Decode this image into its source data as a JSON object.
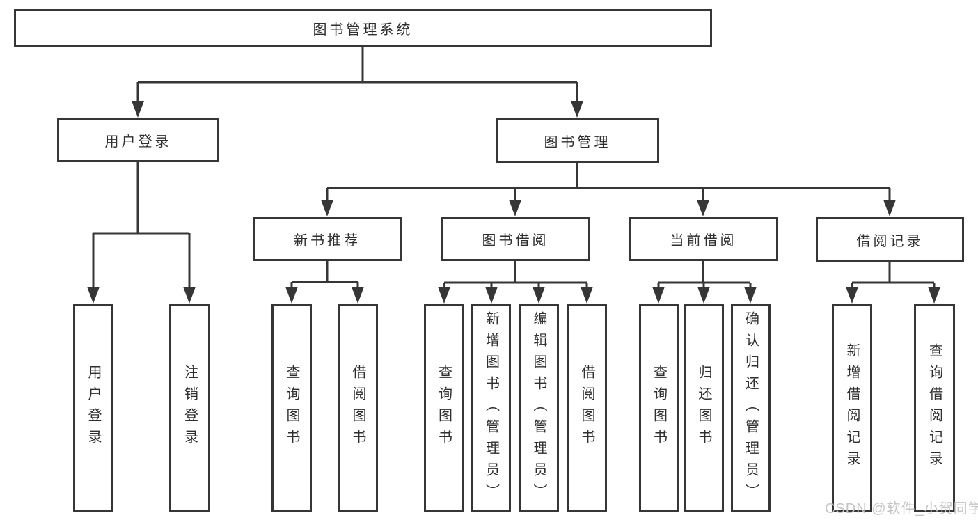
{
  "colors": {
    "line": "#363636",
    "box_border": "#363636",
    "text": "#2f2f2f",
    "watermark": "#c4c4c4",
    "background": "#ffffff"
  },
  "tree": {
    "label": "图书管理系统",
    "children": [
      {
        "label": "用户登录",
        "children": [
          {
            "label": "用户登录"
          },
          {
            "label": "注销登录"
          }
        ]
      },
      {
        "label": "图书管理",
        "children": [
          {
            "label": "新书推荐",
            "children": [
              {
                "label": "查询图书"
              },
              {
                "label": "借阅图书"
              }
            ]
          },
          {
            "label": "图书借阅",
            "children": [
              {
                "label": "查询图书"
              },
              {
                "label": "新增图书（管理员）"
              },
              {
                "label": "编辑图书（管理员）"
              },
              {
                "label": "借阅图书"
              }
            ]
          },
          {
            "label": "当前借阅",
            "children": [
              {
                "label": "查询图书"
              },
              {
                "label": "归还图书"
              },
              {
                "label": "确认归还（管理员）"
              }
            ]
          },
          {
            "label": "借阅记录",
            "children": [
              {
                "label": "新增借阅记录"
              },
              {
                "label": "查询借阅记录"
              }
            ]
          }
        ]
      }
    ]
  },
  "watermark": "CSDN @软件_小贺同学"
}
